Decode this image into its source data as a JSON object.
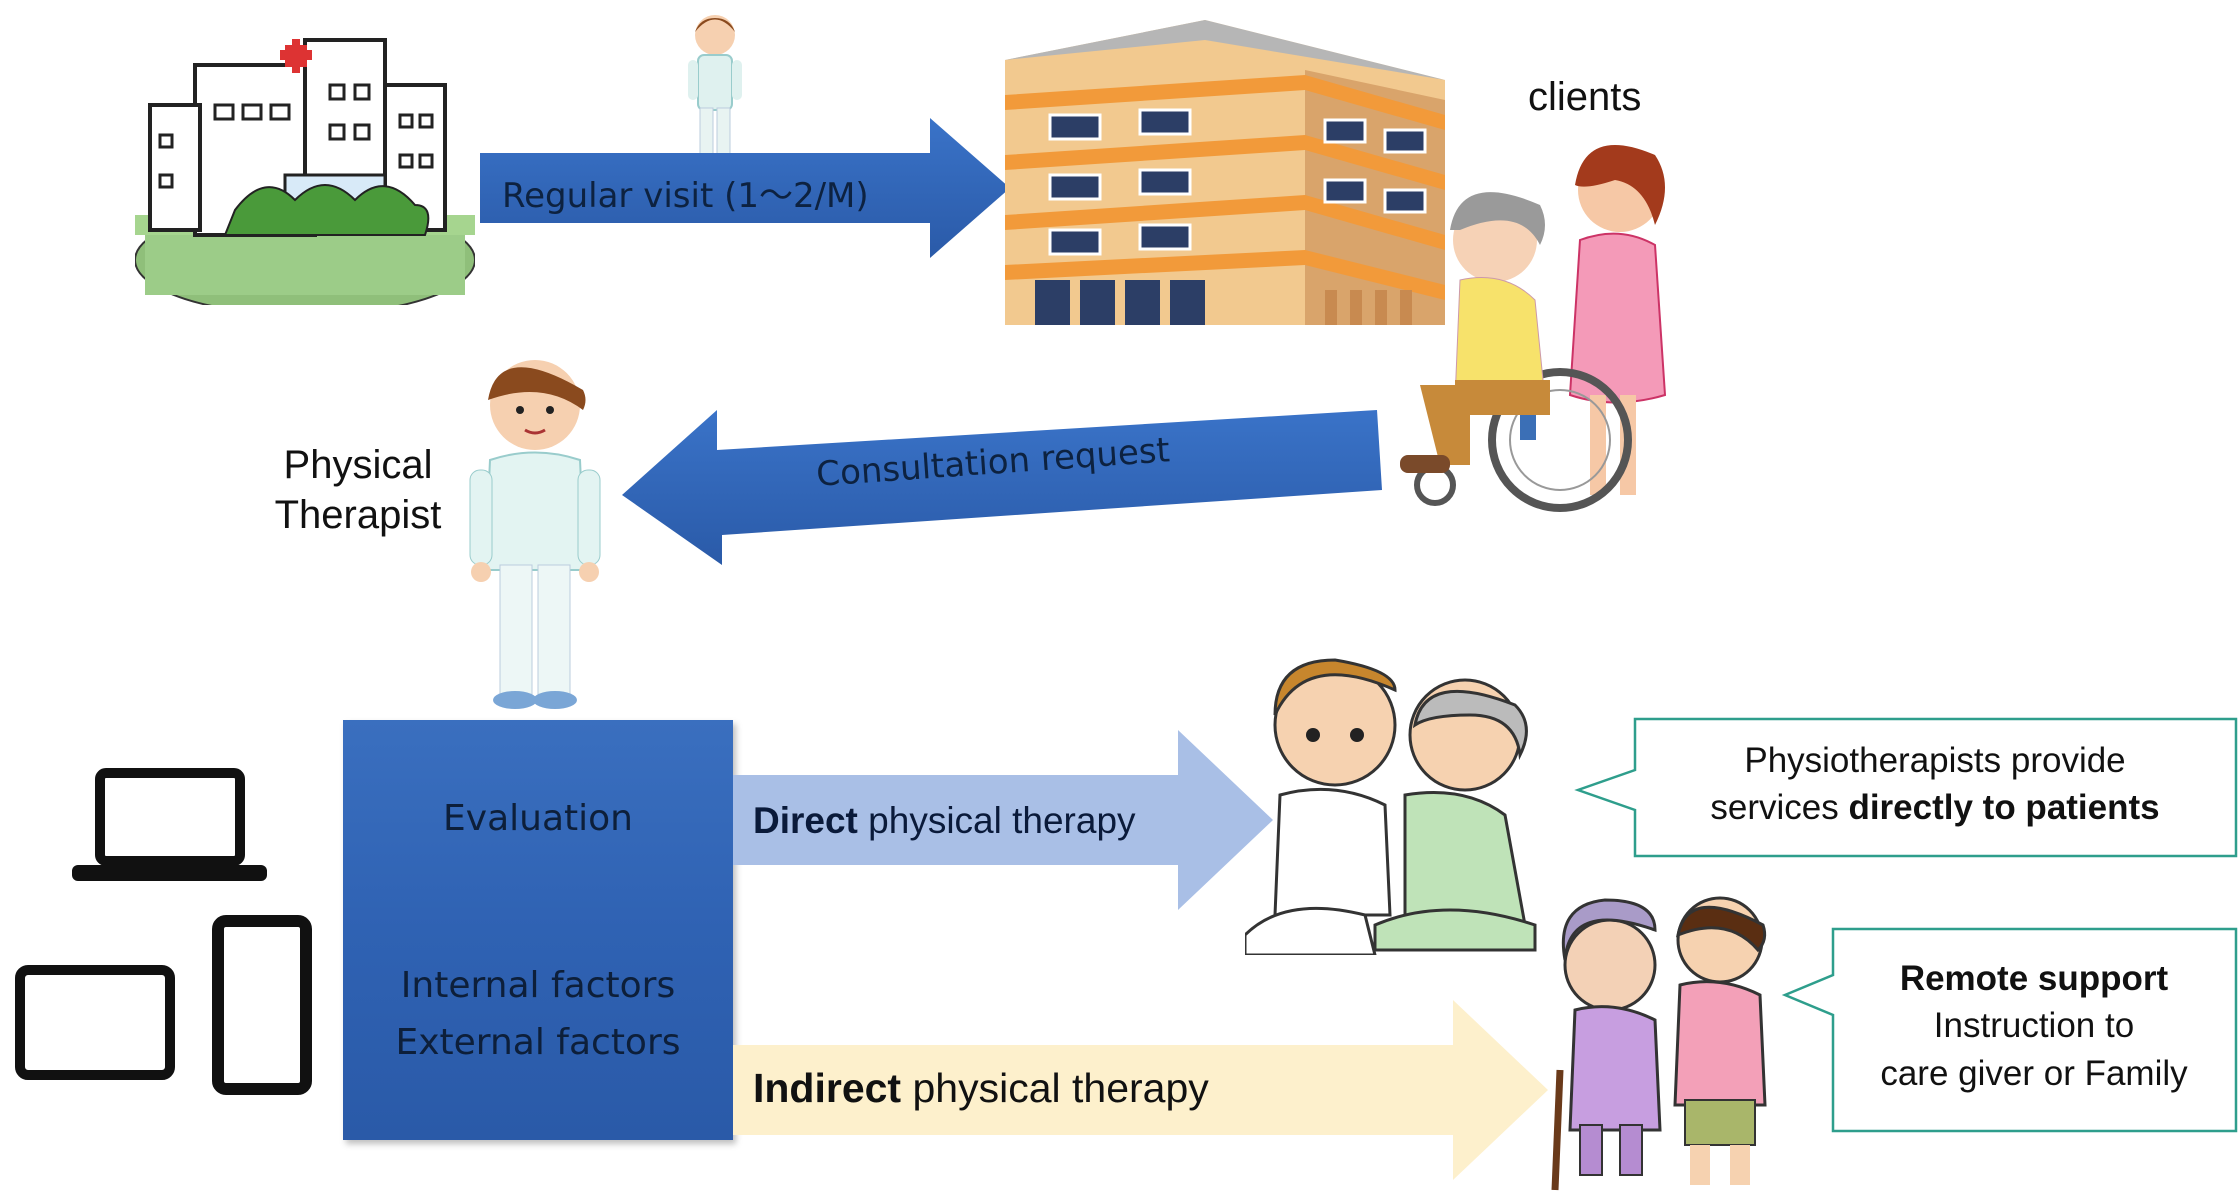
{
  "labels": {
    "clients": "clients",
    "physical_therapist_line1": "Physical",
    "physical_therapist_line2": "Therapist"
  },
  "arrows": {
    "regular_visit": "Regular visit (1〜2/M)",
    "consultation_request": "Consultation request",
    "direct_bold": "Direct",
    "direct_rest": " physical therapy",
    "indirect_bold": "Indirect",
    "indirect_rest": " physical therapy"
  },
  "evaluation_box": {
    "title": "Evaluation",
    "factor1": "Internal factors",
    "factor2": "External factors"
  },
  "callouts": {
    "direct": {
      "line1": "Physiotherapists provide",
      "line2_plain": "services ",
      "line2_bold": "directly to patients"
    },
    "remote": {
      "title": "Remote support",
      "line2": "Instruction to",
      "line3": "care giver or Family"
    }
  },
  "icons": [
    "hospital-icon",
    "small-therapist-icon",
    "care-facility-icon",
    "client-wheelchair-icon",
    "physical-therapist-icon",
    "laptop-icon",
    "tablet-icon",
    "smartphone-icon",
    "therapist-helping-patient-icon",
    "family-helping-elder-icon"
  ],
  "colors": {
    "dark_arrow": "#2f64b8",
    "direct_arrow": "#a9bfe6",
    "indirect_arrow": "#fdf0cc",
    "callout_border": "#2e9e8c"
  }
}
